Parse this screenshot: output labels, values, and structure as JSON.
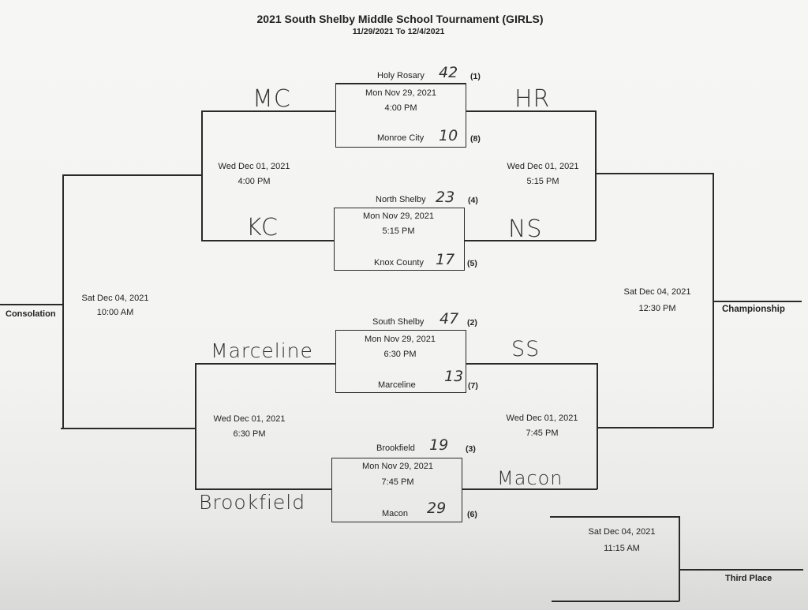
{
  "header": {
    "title": "2021 South Shelby Middle School Tournament (GIRLS)",
    "dates": "11/29/2021 To 12/4/2021"
  },
  "round1": [
    {
      "top_team": "Holy Rosary",
      "top_seed": "(1)",
      "top_score": "42",
      "date": "Mon Nov 29, 2021",
      "time": "4:00 PM",
      "bottom_team": "Monroe City",
      "bottom_seed": "(8)",
      "bottom_score": "10"
    },
    {
      "top_team": "North Shelby",
      "top_seed": "(4)",
      "top_score": "23",
      "date": "Mon Nov 29, 2021",
      "time": "5:15 PM",
      "bottom_team": "Knox County",
      "bottom_seed": "(5)",
      "bottom_score": "17"
    },
    {
      "top_team": "South Shelby",
      "top_seed": "(2)",
      "top_score": "47",
      "date": "Mon Nov 29, 2021",
      "time": "6:30 PM",
      "bottom_team": "Marceline",
      "bottom_seed": "(7)",
      "bottom_score": "13"
    },
    {
      "top_team": "Brookfield",
      "top_seed": "(3)",
      "top_score": "19",
      "date": "Mon Nov 29, 2021",
      "time": "7:45 PM",
      "bottom_team": "Macon",
      "bottom_seed": "(6)",
      "bottom_score": "29"
    }
  ],
  "handwritten": {
    "mc": "MC",
    "kc": "KC",
    "hr": "HR",
    "ns": "NS",
    "marceline": "Marceline",
    "brookfield": "Brookfield",
    "ss": "SS",
    "macon": "Macon"
  },
  "semis": {
    "left_top": {
      "date": "Wed Dec 01, 2021",
      "time": "4:00 PM"
    },
    "right_top": {
      "date": "Wed Dec 01, 2021",
      "time": "5:15 PM"
    },
    "left_bottom": {
      "date": "Wed Dec 01, 2021",
      "time": "6:30 PM"
    },
    "right_bottom": {
      "date": "Wed Dec 01, 2021",
      "time": "7:45 PM"
    }
  },
  "finals": {
    "consolation": {
      "date": "Sat Dec 04, 2021",
      "time": "10:00 AM",
      "label": "Consolation"
    },
    "championship": {
      "date": "Sat Dec 04, 2021",
      "time": "12:30 PM",
      "label": "Championship"
    },
    "third_place": {
      "date": "Sat Dec 04, 2021",
      "time": "11:15 AM",
      "label": "Third Place"
    }
  }
}
